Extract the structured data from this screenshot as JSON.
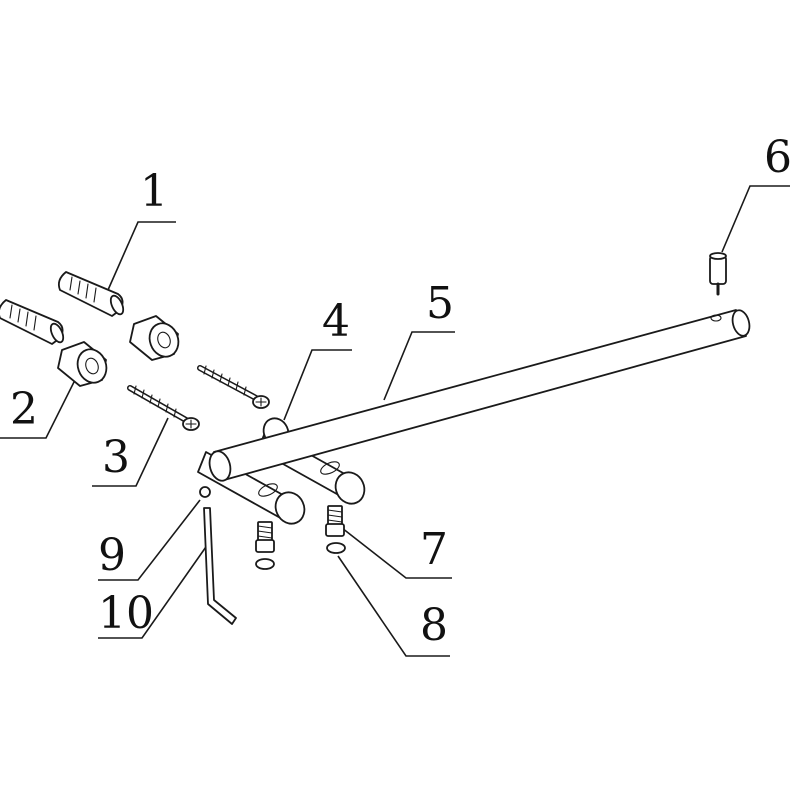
{
  "diagram": {
    "callouts": [
      {
        "id": "1",
        "label": "1"
      },
      {
        "id": "2",
        "label": "2"
      },
      {
        "id": "3",
        "label": "3"
      },
      {
        "id": "4",
        "label": "4"
      },
      {
        "id": "5",
        "label": "5"
      },
      {
        "id": "6",
        "label": "6"
      },
      {
        "id": "7",
        "label": "7"
      },
      {
        "id": "8",
        "label": "8"
      },
      {
        "id": "9",
        "label": "9"
      },
      {
        "id": "10",
        "label": "10"
      }
    ],
    "parts": [
      {
        "name": "wall-anchor-plug",
        "qty": 2
      },
      {
        "name": "spacer-sleeve",
        "qty": 2
      },
      {
        "name": "wood-screw",
        "qty": 2
      },
      {
        "name": "wall-bracket",
        "qty": 2
      },
      {
        "name": "towel-bar",
        "qty": 1
      },
      {
        "name": "end-cap",
        "qty": 1
      },
      {
        "name": "socket-set-screw",
        "qty": 2
      },
      {
        "name": "washer",
        "qty": 2
      },
      {
        "name": "ball-end-cap",
        "qty": 1
      },
      {
        "name": "hex-key",
        "qty": 1
      }
    ]
  }
}
